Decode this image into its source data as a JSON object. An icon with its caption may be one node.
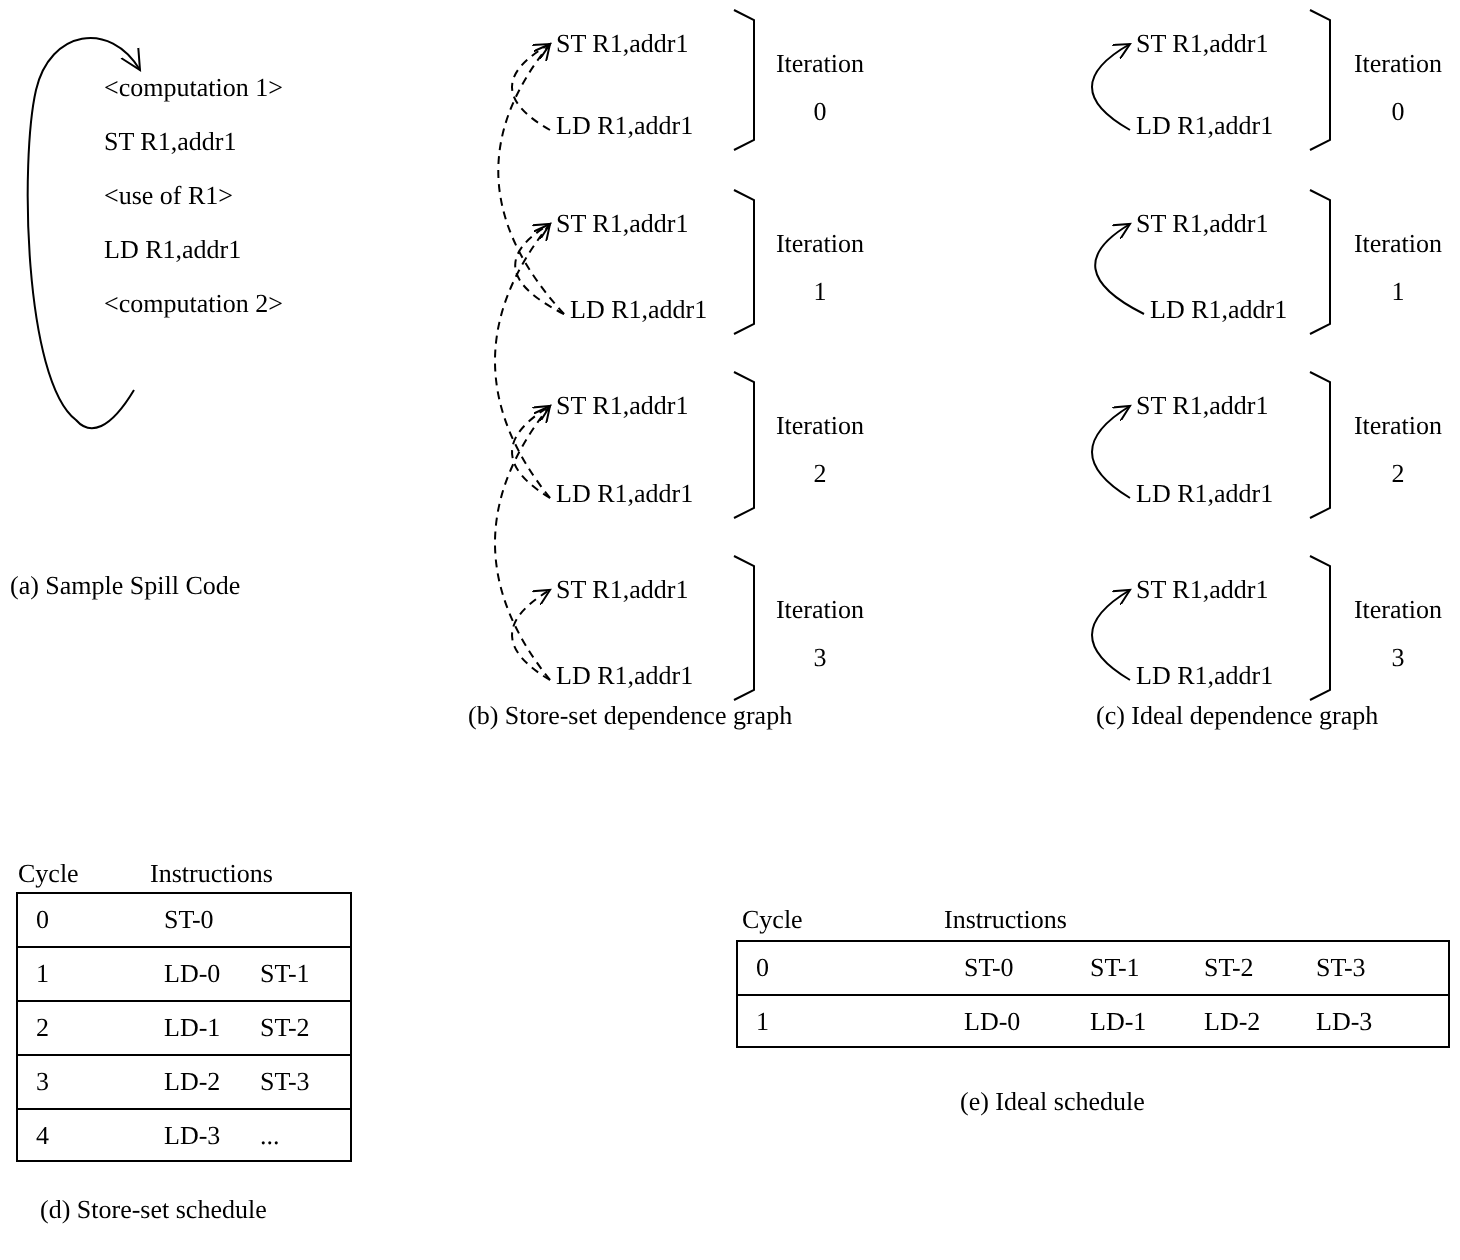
{
  "diagram": {
    "nodes": [
      {
        "text": [
          "ST R1,addr1"
        ]
      },
      {
        "text": [
          "LD R1,addr1"
        ]
      },
      {
        "text": [
          "ST R1,addr1"
        ]
      },
      {
        "text": [
          "LD R1,addr1"
        ]
      },
      {
        "text": [
          "ST R1,addr1"
        ]
      },
      {
        "text": [
          "LD R1,addr1"
        ]
      },
      {
        "text": [
          "ST R1,addr1"
        ]
      },
      {
        "text": [
          "LD R1,addr1"
        ]
      },
      {
        "text": [
          "ST R1,addr1"
        ]
      },
      {
        "text": [
          "LD R1,addr1"
        ]
      },
      {
        "text": [
          "ST R1,addr1"
        ]
      },
      {
        "text": [
          "LD R1,addr1"
        ]
      },
      {
        "text": [
          "ST R1,addr1"
        ]
      },
      {
        "text": [
          "LD R1,addr1"
        ]
      },
      {
        "text": [
          "ST R1,addr1"
        ]
      },
      {
        "text": [
          "LD R1,addr1"
        ]
      }
    ],
    "edges": [
      {
        "from": 1,
        "to": 0,
        "arrow": "to",
        "style": "dashed"
      },
      {
        "from": 3,
        "to": 0,
        "arrow": "to",
        "style": "dashed"
      },
      {
        "from": 3,
        "to": 2,
        "arrow": "to",
        "style": "dashed"
      },
      {
        "from": 5,
        "to": 2,
        "arrow": "to",
        "style": "dashed"
      },
      {
        "from": 5,
        "to": 4,
        "arrow": "to",
        "style": "dashed"
      },
      {
        "from": 7,
        "to": 4,
        "arrow": "to",
        "style": "dashed"
      },
      {
        "from": 7,
        "to": 6,
        "arrow": "to",
        "style": "dashed"
      },
      {
        "from": 9,
        "to": 8,
        "arrow": "to"
      },
      {
        "from": 11,
        "to": 10,
        "arrow": "to"
      },
      {
        "from": 13,
        "to": 12,
        "arrow": "to"
      },
      {
        "from": 15,
        "to": 14,
        "arrow": "to"
      }
    ],
    "labels": [
      "<computation 1>",
      "ST R1,addr1",
      "<use of R1>",
      "LD R1,addr1",
      "<computation 2>",
      "(a) Sample Spill Code",
      "Iteration 0",
      "Iteration 1",
      "Iteration 2",
      "Iteration 3",
      "Iteration 0",
      "Iteration 1",
      "Iteration 2",
      "Iteration 3",
      "(b) Store-set dependence graph",
      "(c) Ideal dependence graph",
      "Cycle",
      "Instructions",
      "0",
      "ST-0",
      "1",
      "LD-0",
      "ST-1",
      "2",
      "LD-1",
      "ST-2",
      "3",
      "LD-2",
      "ST-3",
      "4",
      "LD-3",
      "...",
      "Cycle",
      "Instructions",
      "0",
      "ST-0",
      "ST-1",
      "ST-2",
      "ST-3",
      "1",
      "LD-0",
      "LD-1",
      "LD-2",
      "LD-3",
      "(e) Ideal schedule",
      "(d) Store-set schedule"
    ]
  }
}
